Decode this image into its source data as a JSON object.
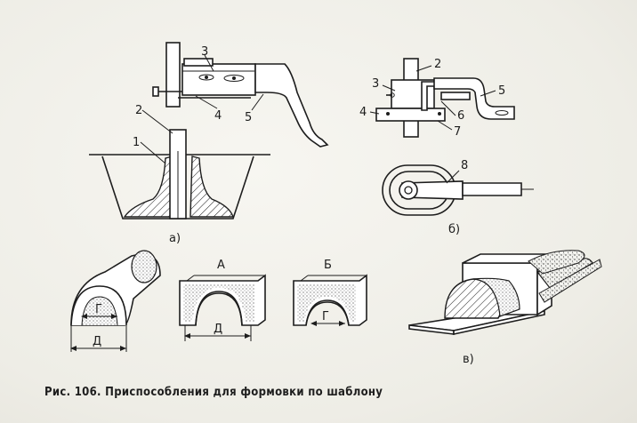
{
  "figure": {
    "caption": "Рис. 106. Приспособления для формовки по шаблону",
    "panels": {
      "a": {
        "label": "а)",
        "callouts": [
          "1",
          "2",
          "3",
          "4",
          "5"
        ]
      },
      "b": {
        "label": "б)",
        "callouts": [
          "2",
          "3",
          "4",
          "5",
          "6",
          "7",
          "8"
        ]
      },
      "c": {
        "label": "в)"
      },
      "bottom_shapes": {
        "dim_g": "Г",
        "dim_d": "Д",
        "section_a_label": "А",
        "section_b_label": "Б"
      }
    }
  }
}
